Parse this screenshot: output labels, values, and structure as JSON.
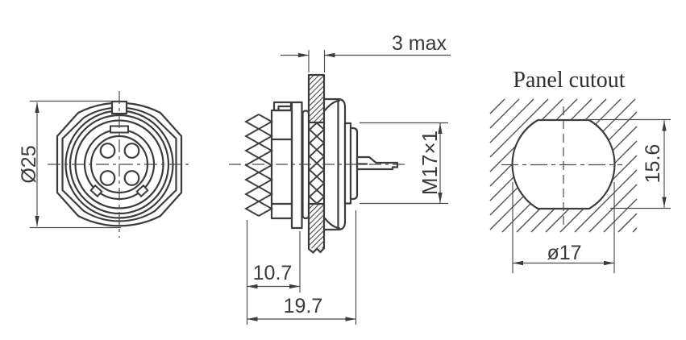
{
  "drawing": {
    "front_view": {
      "diameter_label": "Ø25"
    },
    "side_view": {
      "panel_thickness_label": "3 max",
      "thread_label": "M17×1",
      "front_length_label": "10.7",
      "total_length_label": "19.7"
    },
    "cutout_view": {
      "title": "Panel cutout",
      "height_label": "15.6",
      "diameter_label": "ø17"
    }
  }
}
